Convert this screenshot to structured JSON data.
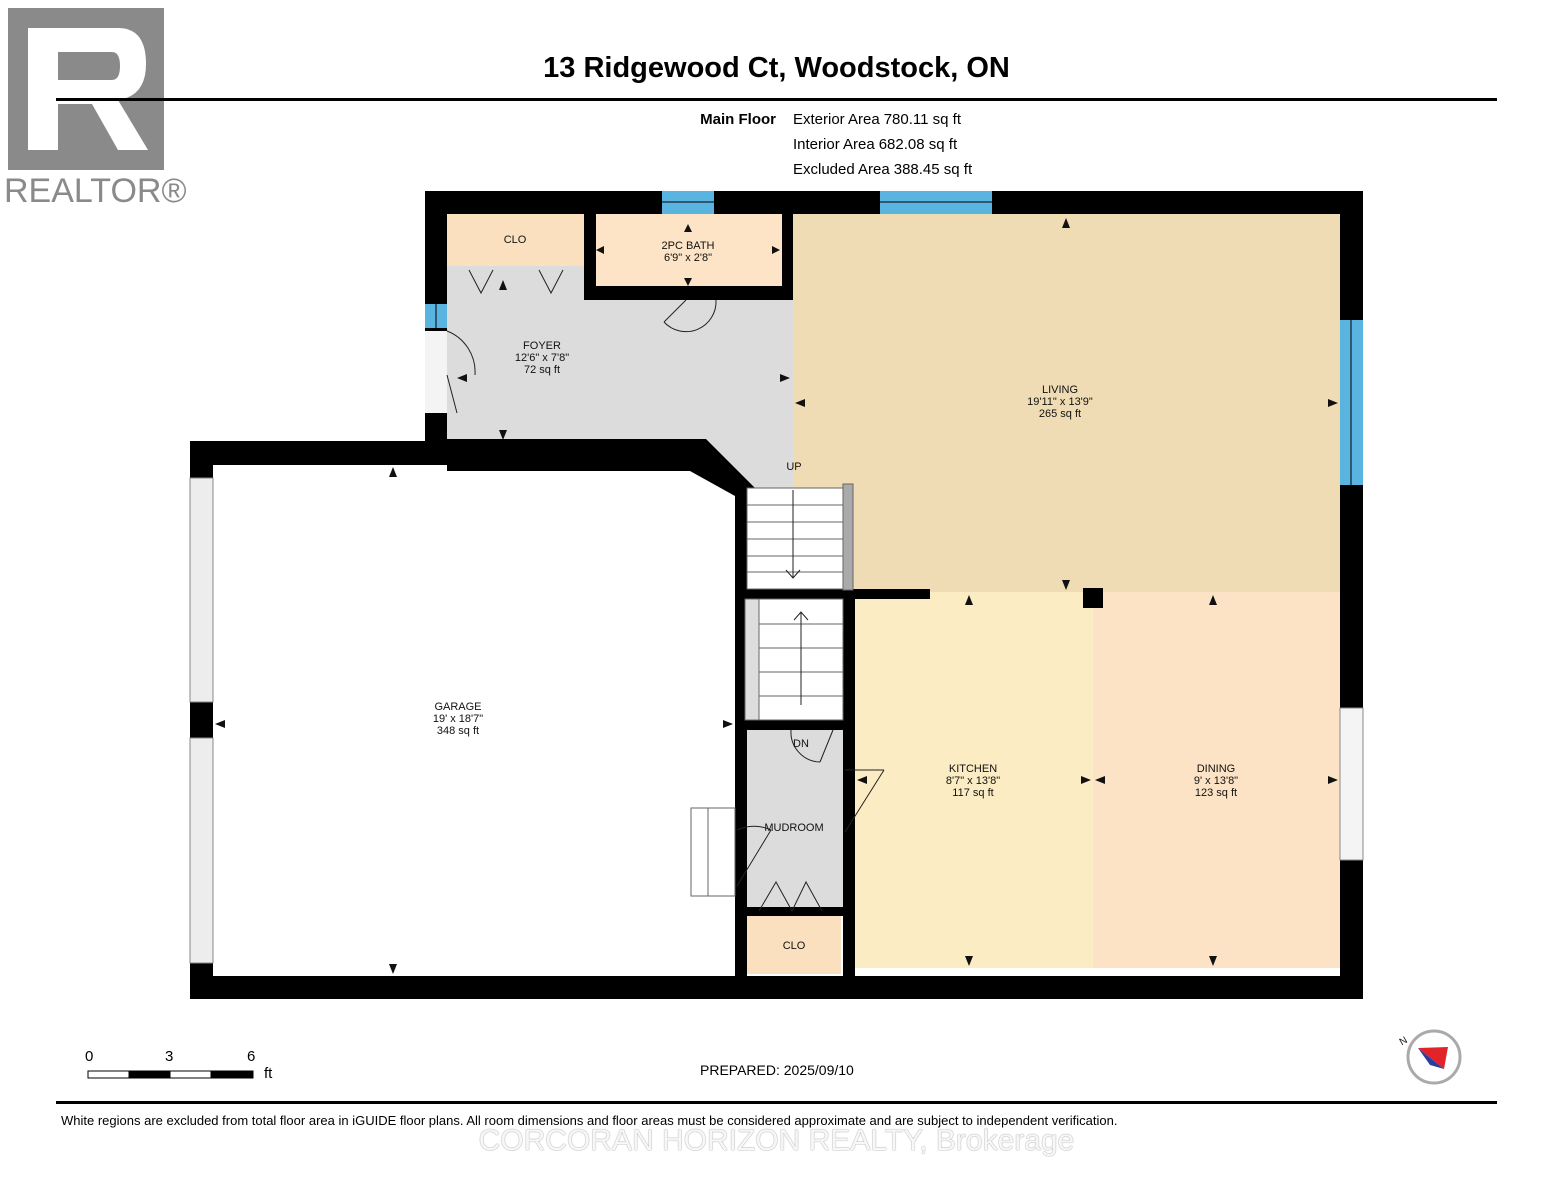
{
  "logo": {
    "text": "REALTOR®"
  },
  "title": "13 Ridgewood Ct, Woodstock, ON",
  "floor": {
    "name": "Main Floor",
    "areas": [
      {
        "label": "Exterior Area",
        "value": "780.11 sq ft"
      },
      {
        "label": "Interior Area",
        "value": "682.08 sq ft"
      },
      {
        "label": "Excluded Area",
        "value": "388.45 sq ft"
      }
    ]
  },
  "rooms": {
    "clo_top": {
      "name": "CLO"
    },
    "bath": {
      "name": "2PC BATH",
      "dims": "6'9\" x 2'8\""
    },
    "foyer": {
      "name": "FOYER",
      "dims": "12'6\" x 7'8\"",
      "area": "72 sq ft"
    },
    "living": {
      "name": "LIVING",
      "dims": "19'11\" x 13'9\"",
      "area": "265 sq ft"
    },
    "garage": {
      "name": "GARAGE",
      "dims": "19' x 18'7\"",
      "area": "348 sq ft"
    },
    "kitchen": {
      "name": "KITCHEN",
      "dims": "8'7\" x 13'8\"",
      "area": "117 sq ft"
    },
    "dining": {
      "name": "DINING",
      "dims": "9' x 13'8\"",
      "area": "123 sq ft"
    },
    "mudroom": {
      "name": "MUDROOM"
    },
    "clo_bottom": {
      "name": "CLO"
    }
  },
  "stairs": {
    "up": "UP",
    "down": "DN"
  },
  "scale": {
    "ticks": [
      "0",
      "3",
      "6"
    ],
    "unit": "ft"
  },
  "prepared": "PREPARED: 2025/09/10",
  "disclaimer": "White regions are excluded from total floor area in iGUIDE floor plans. All room dimensions and floor areas must be considered approximate and are subject to independent verification.",
  "watermark": "CORCORAN HORIZON REALTY, Brokerage",
  "compass": {
    "label": "N"
  },
  "colors": {
    "wall": "#000000",
    "foyer": "#dcdcdc",
    "living": "#efdcb4",
    "kitchen": "#fcecc4",
    "dining": "#fce3c6",
    "closet": "#fbe0c0",
    "bath": "#fde4c6",
    "window": "#5ab4e0",
    "realtor_logo": "#8a8a8a"
  }
}
